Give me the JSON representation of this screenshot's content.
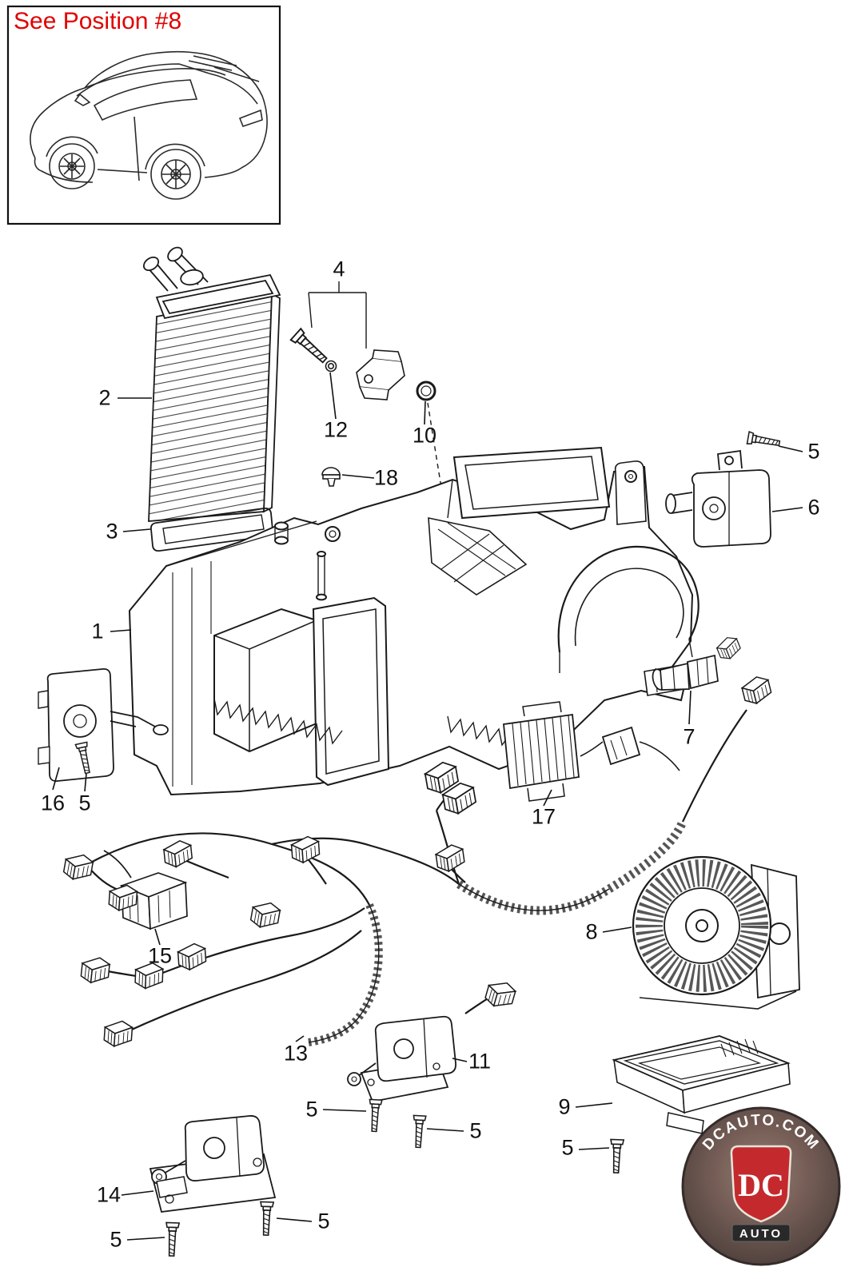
{
  "inset": {
    "title": "See Position #8"
  },
  "callouts": [
    {
      "label": "4"
    },
    {
      "label": "2"
    },
    {
      "label": "12"
    },
    {
      "label": "10"
    },
    {
      "label": "18"
    },
    {
      "label": "5"
    },
    {
      "label": "6"
    },
    {
      "label": "3"
    },
    {
      "label": "1"
    },
    {
      "label": "7"
    },
    {
      "label": "16"
    },
    {
      "label": "5"
    },
    {
      "label": "17"
    },
    {
      "label": "15"
    },
    {
      "label": "8"
    },
    {
      "label": "13"
    },
    {
      "label": "11"
    },
    {
      "label": "5"
    },
    {
      "label": "5"
    },
    {
      "label": "9"
    },
    {
      "label": "5"
    },
    {
      "label": "14"
    },
    {
      "label": "5"
    },
    {
      "label": "5"
    }
  ],
  "watermark": {
    "arc_text": "DCAUTO.COM",
    "shield_text": "DC",
    "banner_text": "AUTO"
  },
  "colors": {
    "line": "#1a1a1a",
    "inset_title": "#e10000",
    "callout_text": "#111111",
    "watermark_red": "#c0181c"
  }
}
